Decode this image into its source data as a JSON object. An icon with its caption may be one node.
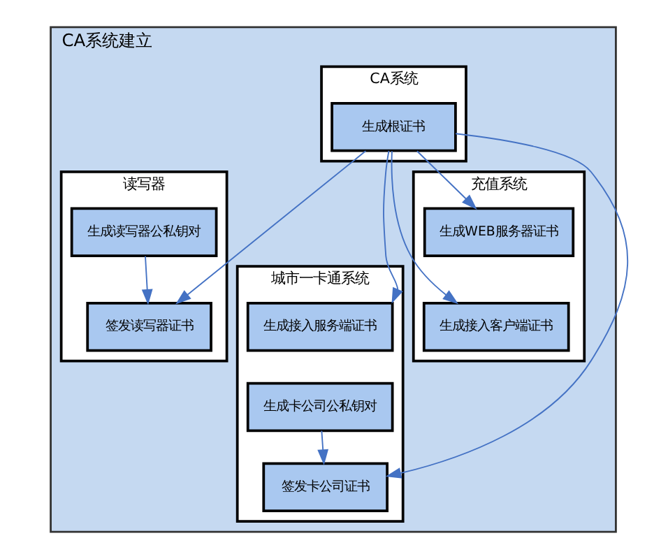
{
  "diagram": {
    "nodes": [
      {
        "text": [
          "CA系统建立"
        ]
      },
      {
        "text": [
          "CA系统"
        ],
        "in": 0
      },
      {
        "text": [
          "充值系统"
        ],
        "in": 0
      },
      {
        "text": [
          "城市一卡通系统"
        ],
        "in": 0
      },
      {
        "text": [
          "读写器"
        ],
        "in": 0
      },
      {
        "text": [
          "生成根证书"
        ],
        "in": 1
      },
      {
        "text": [
          "生成WEB服务器证书"
        ],
        "in": 2
      },
      {
        "text": [
          "生成读写器公私钥对"
        ],
        "in": 4
      },
      {
        "text": [
          "生成接入客户端证书"
        ],
        "in": 2
      },
      {
        "text": [
          "生成接入服务端证书"
        ],
        "in": 3
      },
      {
        "text": [
          "签发读写器证书"
        ],
        "in": 4
      },
      {
        "text": [
          "生成卡公司公私钥对"
        ],
        "in": 3
      },
      {
        "text": [
          "签发卡公司证书"
        ],
        "in": 3
      }
    ],
    "edges": [
      {
        "from": 5,
        "to": 6,
        "arrow": "to"
      },
      {
        "from": 5,
        "to": 8,
        "arrow": "to"
      },
      {
        "from": 5,
        "to": 9,
        "arrow": "to"
      },
      {
        "from": 5,
        "to": 10,
        "arrow": "to"
      },
      {
        "from": 5,
        "to": 12,
        "arrow": "to"
      },
      {
        "from": 7,
        "to": 10,
        "arrow": "to"
      },
      {
        "from": 11,
        "to": 12,
        "arrow": "to"
      }
    ]
  }
}
